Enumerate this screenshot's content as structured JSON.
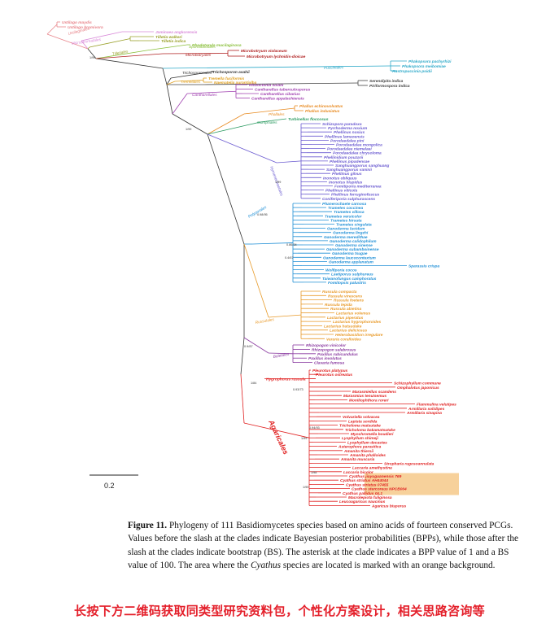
{
  "scale_bar_label": "0.2",
  "caption": {
    "figure_label": "Figure 11.",
    "text_1": " Phylogeny of 111 Basidiomycetes species based on amino acids of fourteen conserved PCGs. Values before the slash at the clades indicate Bayesian posterior probabilities (BPPs), while those after the slash at the clades indicate bootstrap (BS). The asterisk at the clade indicates a BPP value of 1 and a BS value of 100. The area where the ",
    "italic": "Cyathus",
    "text_2": " species are located is marked with an orange background."
  },
  "banner": "长按下方二维码获取同类型研究资料包，个性化方案设计，相关思路咨询等",
  "colors": {
    "Ustilaginales": "#e8848a",
    "Microstromatales": "#d98ad9",
    "Tilletiales": "#9aa02a",
    "Microbotryales": "#b02222",
    "Sporidiobolales": "#8abf3a",
    "Pucciniales": "#2aa8c8",
    "Trichosporonales": "#333333",
    "Tremellales": "#e0a020",
    "Cantharellales": "#a040b0",
    "Sebacinales": "#444444",
    "Phallales": "#e88a20",
    "Gomphales": "#2a9a60",
    "Hymenochaetales": "#6a5ad0",
    "Polyporales": "#1f8fd6",
    "Russulales": "#e89a2a",
    "Boletales": "#8a3aa0",
    "Agaricales": "#e02020",
    "highlight": "#f6c98a"
  },
  "clades": [
    {
      "name": "Ustilaginales",
      "color_key": "Ustilaginales",
      "taxa": [
        "Ustilago maydis",
        "Ustilago bromivora"
      ]
    },
    {
      "name": "Microstromatales",
      "color_key": "Microstromatales",
      "taxa": [
        "Jaminaea angkorensis"
      ]
    },
    {
      "name": "Tilletiales",
      "color_key": "Tilletiales",
      "taxa": [
        "Tilletia walkeri",
        "Tilletia indica"
      ]
    },
    {
      "name": "Sporidiobolales",
      "color_key": "Sporidiobolales",
      "taxa": [
        "Rhodotorula mucilaginosa"
      ]
    },
    {
      "name": "Microbotryales",
      "color_key": "Microbotryales",
      "taxa": [
        "Microbotryum violaceum",
        "Microbotryum lychnidis-dioicae"
      ]
    },
    {
      "name": "Pucciniales",
      "color_key": "Pucciniales",
      "taxa": [
        "Phakopsora pachyrhizi",
        "Phakopsora meibomiae",
        "Austropuccinia psidii"
      ]
    },
    {
      "name": "",
      "color_key": "Sebacinales",
      "taxa": [
        "Serendipita indica",
        "Piriformospora indica"
      ]
    },
    {
      "name": "Trichosporonales",
      "color_key": "Trichosporonales",
      "taxa": [
        "Trichosporon asahii"
      ]
    },
    {
      "name": "Tremellales",
      "color_key": "Tremellales",
      "taxa": [
        "Tremella fuciformis",
        "Naematelia aurantialba"
      ]
    },
    {
      "name": "Cantharellales",
      "color_key": "Cantharellales",
      "taxa": [
        "Rhizoctonia solani",
        "Cantharellus tuberculosporus",
        "Cantharellus cibarius",
        "Cantharellus appalachiensis"
      ]
    },
    {
      "name": "Phallales",
      "color_key": "Phallales",
      "taxa": [
        "Phallus echinovolvatus",
        "Phallus indusiatus"
      ]
    },
    {
      "name": "Gomphales",
      "color_key": "Gomphales",
      "taxa": [
        "Turbinellus floccosus"
      ]
    },
    {
      "name": "Hymenochaetales",
      "color_key": "Hymenochaetales",
      "taxa": [
        "Schizopora paradoxa",
        "Pyrrhoderma noxium",
        "Phellinus noxius",
        "Phellinus lamaoensis",
        "Porodaedalea pini",
        "Porodaedalea mongolica",
        "Porodaedalea niemelaei",
        "Porodaedalea chrysoloma",
        "Phellinidium pouzarii",
        "Phellinus pipadensae",
        "Sanghuangporus sanghuang",
        "Sanghuangporus vaninii",
        "Phellinus gilvus",
        "Inonotus obliquus",
        "Inonotus hispidus",
        "Fomitiporia mediterranea",
        "Phellinus viticola",
        "Phellinus ferruginofuscus",
        "Coniferiporia sulphurascens"
      ]
    },
    {
      "name": "Polyporales",
      "color_key": "Polyporales",
      "taxa": [
        "Phanerochaete carnosa",
        "Trametes coccinea",
        "Trametes villosa",
        "Trametes versicolor",
        "Trametes hirsuta",
        "Trametes cingulata",
        "Ganoderma lucidum",
        "Ganoderma lingzhi",
        "Ganoderma meredithae",
        "Ganoderma calidophilum",
        "Ganoderma sinense",
        "Ganoderma subamboinense",
        "Ganoderma tsugae",
        "Ganoderma leucocontextum",
        "Ganoderma applanatum",
        "Sparassis crispa",
        "Wolfiporia cocos",
        "Laetiporus sulphureus",
        "Taiwanofungus camphoratus",
        "Fomitopsis palustris"
      ]
    },
    {
      "name": "Russulales",
      "color_key": "Russulales",
      "taxa": [
        "Russula compacta",
        "Russula virescens",
        "Russula foetens",
        "Russula lepida",
        "Russula abietina",
        "Lactarius volemus",
        "Lactarius piperatus",
        "Lactarius hygrophoroides",
        "Lactarius hatsudake",
        "Lactarius deliciosus",
        "Heterobasidion irregulare",
        "Vararia coralloides"
      ]
    },
    {
      "name": "Boletales",
      "color_key": "Boletales",
      "taxa": [
        "Rhizopogon vinicolor",
        "Rhizopogon salebrosus",
        "Paxillus rubicundulus",
        "Paxillus involutus",
        "Clavaria fumosa"
      ]
    },
    {
      "name": "Agaricales",
      "color_key": "Agaricales",
      "taxa": [
        "Pleurotus platypus",
        "Pleurotus ostreatus",
        "Hygrophorus russula",
        "Schizophyllum commune",
        "Omphalotus japonicus",
        "Marasmiellus scandens",
        "Marasmius tenuisemus",
        "Moniliophthora roreri",
        "Flammulina velutipes",
        "Armillaria solidipes",
        "Armillaria sinapina",
        "Volvariella volvacea",
        "Lepista sordida",
        "Tricholoma matsutake",
        "Tricholoma bakamatsutake",
        "Myochromella boudieri",
        "Lyophyllum shimeji",
        "Lyophyllum decastes",
        "Asterophora parasitica",
        "Amanita thiersii",
        "Amanita phalloides",
        "Amanita muscaria",
        "Stropharia rugosoannulata",
        "Laccaria amethystina",
        "Laccaria bicolor",
        "Cyathus jiayuguanensis 769",
        "Cyathus striatus AH44044",
        "Cyathus striatus 07455",
        "Cyathus stercoreus NPCB004",
        "Cyathus pallidus GL1",
        "Macrolepiota fuliginosa",
        "Leucoagaricus naucinus",
        "Agaricus bisporus"
      ]
    }
  ],
  "node_labels": [
    "1/99",
    "1/99",
    "0.98/95",
    "1/99",
    "0.86/34",
    "0.4/67",
    "0.9/87",
    "1/84",
    "0.93/73",
    "1/99",
    "0.94/93",
    "1/98",
    "1/99"
  ]
}
